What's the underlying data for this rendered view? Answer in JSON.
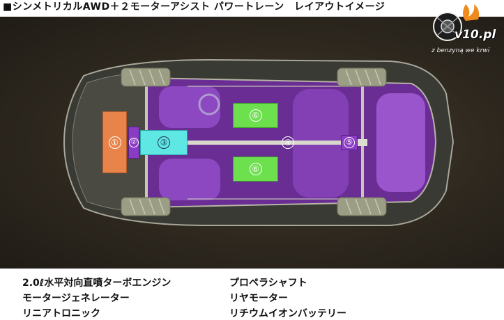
{
  "title": "■シンメトリカルAWD＋２モーターアシスト パワートレーン　レイアウトイメージ",
  "components": {
    "engine": "①",
    "generator": "②",
    "linear": "③",
    "shaft": "④",
    "rear_motor": "⑤",
    "battery_upper": "⑥",
    "battery_lower": "⑥"
  },
  "legend": [
    "2.0ℓ水平対向直噴ターボエンジン",
    "モータージェネレーター",
    "リニアトロニック",
    "プロペラシャフト",
    "リヤモーター",
    "リチウムイオンバッテリー"
  ],
  "logo": {
    "brand": "v10.pl",
    "tagline": "z benzyną we krwi"
  },
  "colors": {
    "engine": "#e8844a",
    "motor": "#8a3cc4",
    "transmission": "#5fe8e3",
    "battery": "#6de04e",
    "interior": "#7a35a8"
  }
}
